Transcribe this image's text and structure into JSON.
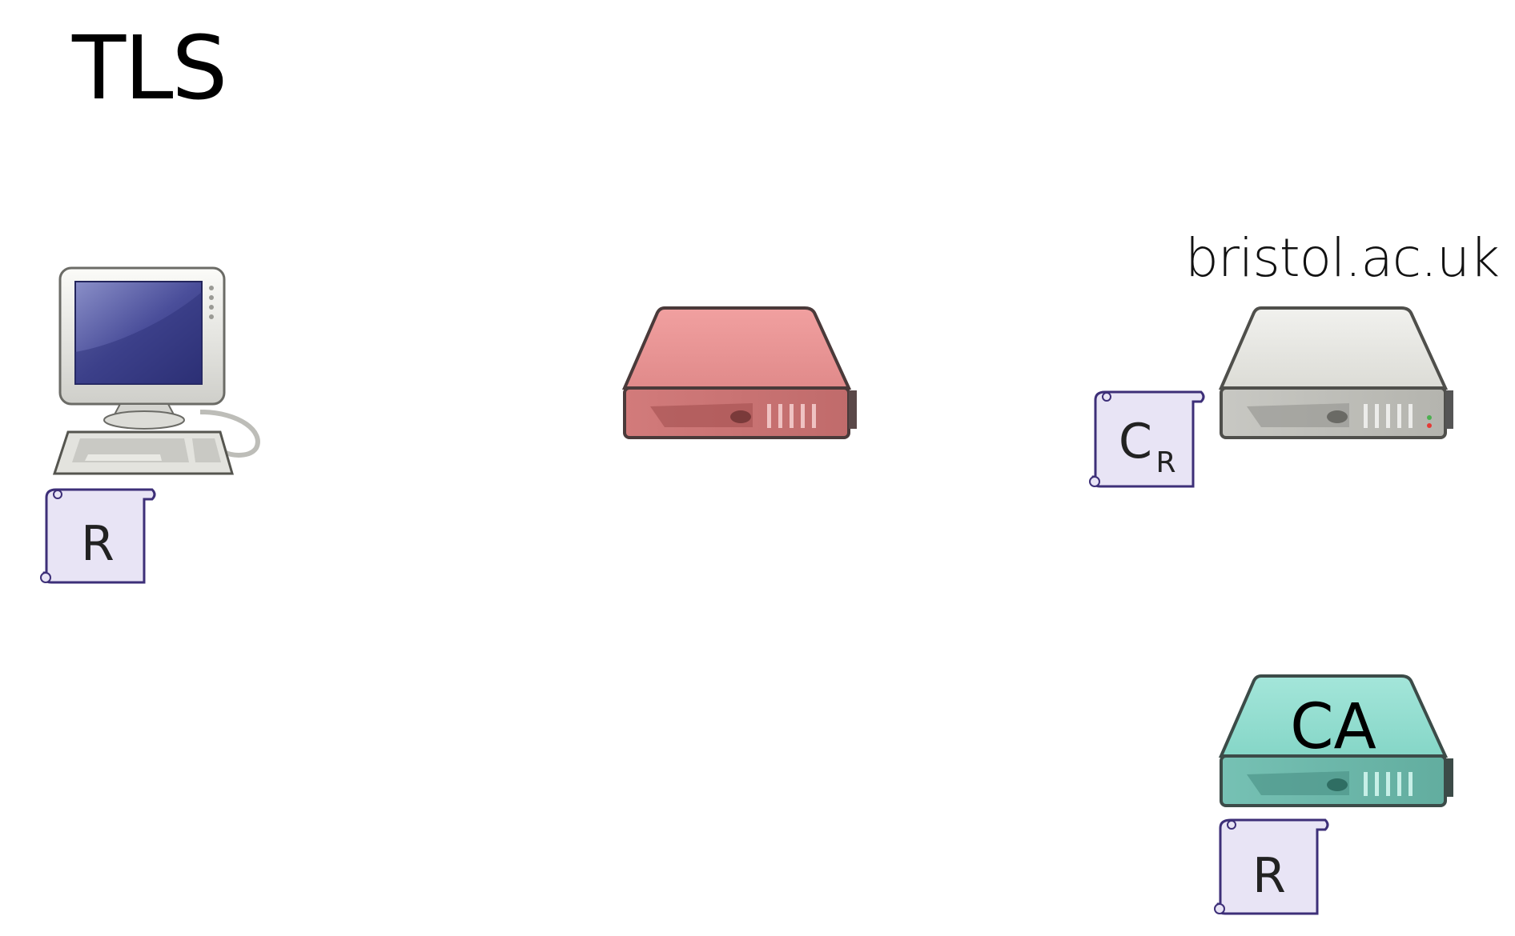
{
  "slide": {
    "title": "TLS",
    "server_domain": "bristol.ac.uk"
  },
  "client": {
    "scroll_label": "R"
  },
  "server": {
    "scroll_label_main": "C",
    "scroll_label_sub": "R"
  },
  "ca": {
    "label": "CA",
    "scroll_label": "R"
  },
  "colors": {
    "attacker_server": "#e78f8f",
    "legit_server": "#e6e6e0",
    "ca_server": "#8ed9cc",
    "scroll_fill": "#e8e4f5",
    "scroll_stroke": "#3d2f78"
  },
  "icons": [
    "desktop-computer-icon",
    "server-icon",
    "certificate-scroll-icon"
  ]
}
